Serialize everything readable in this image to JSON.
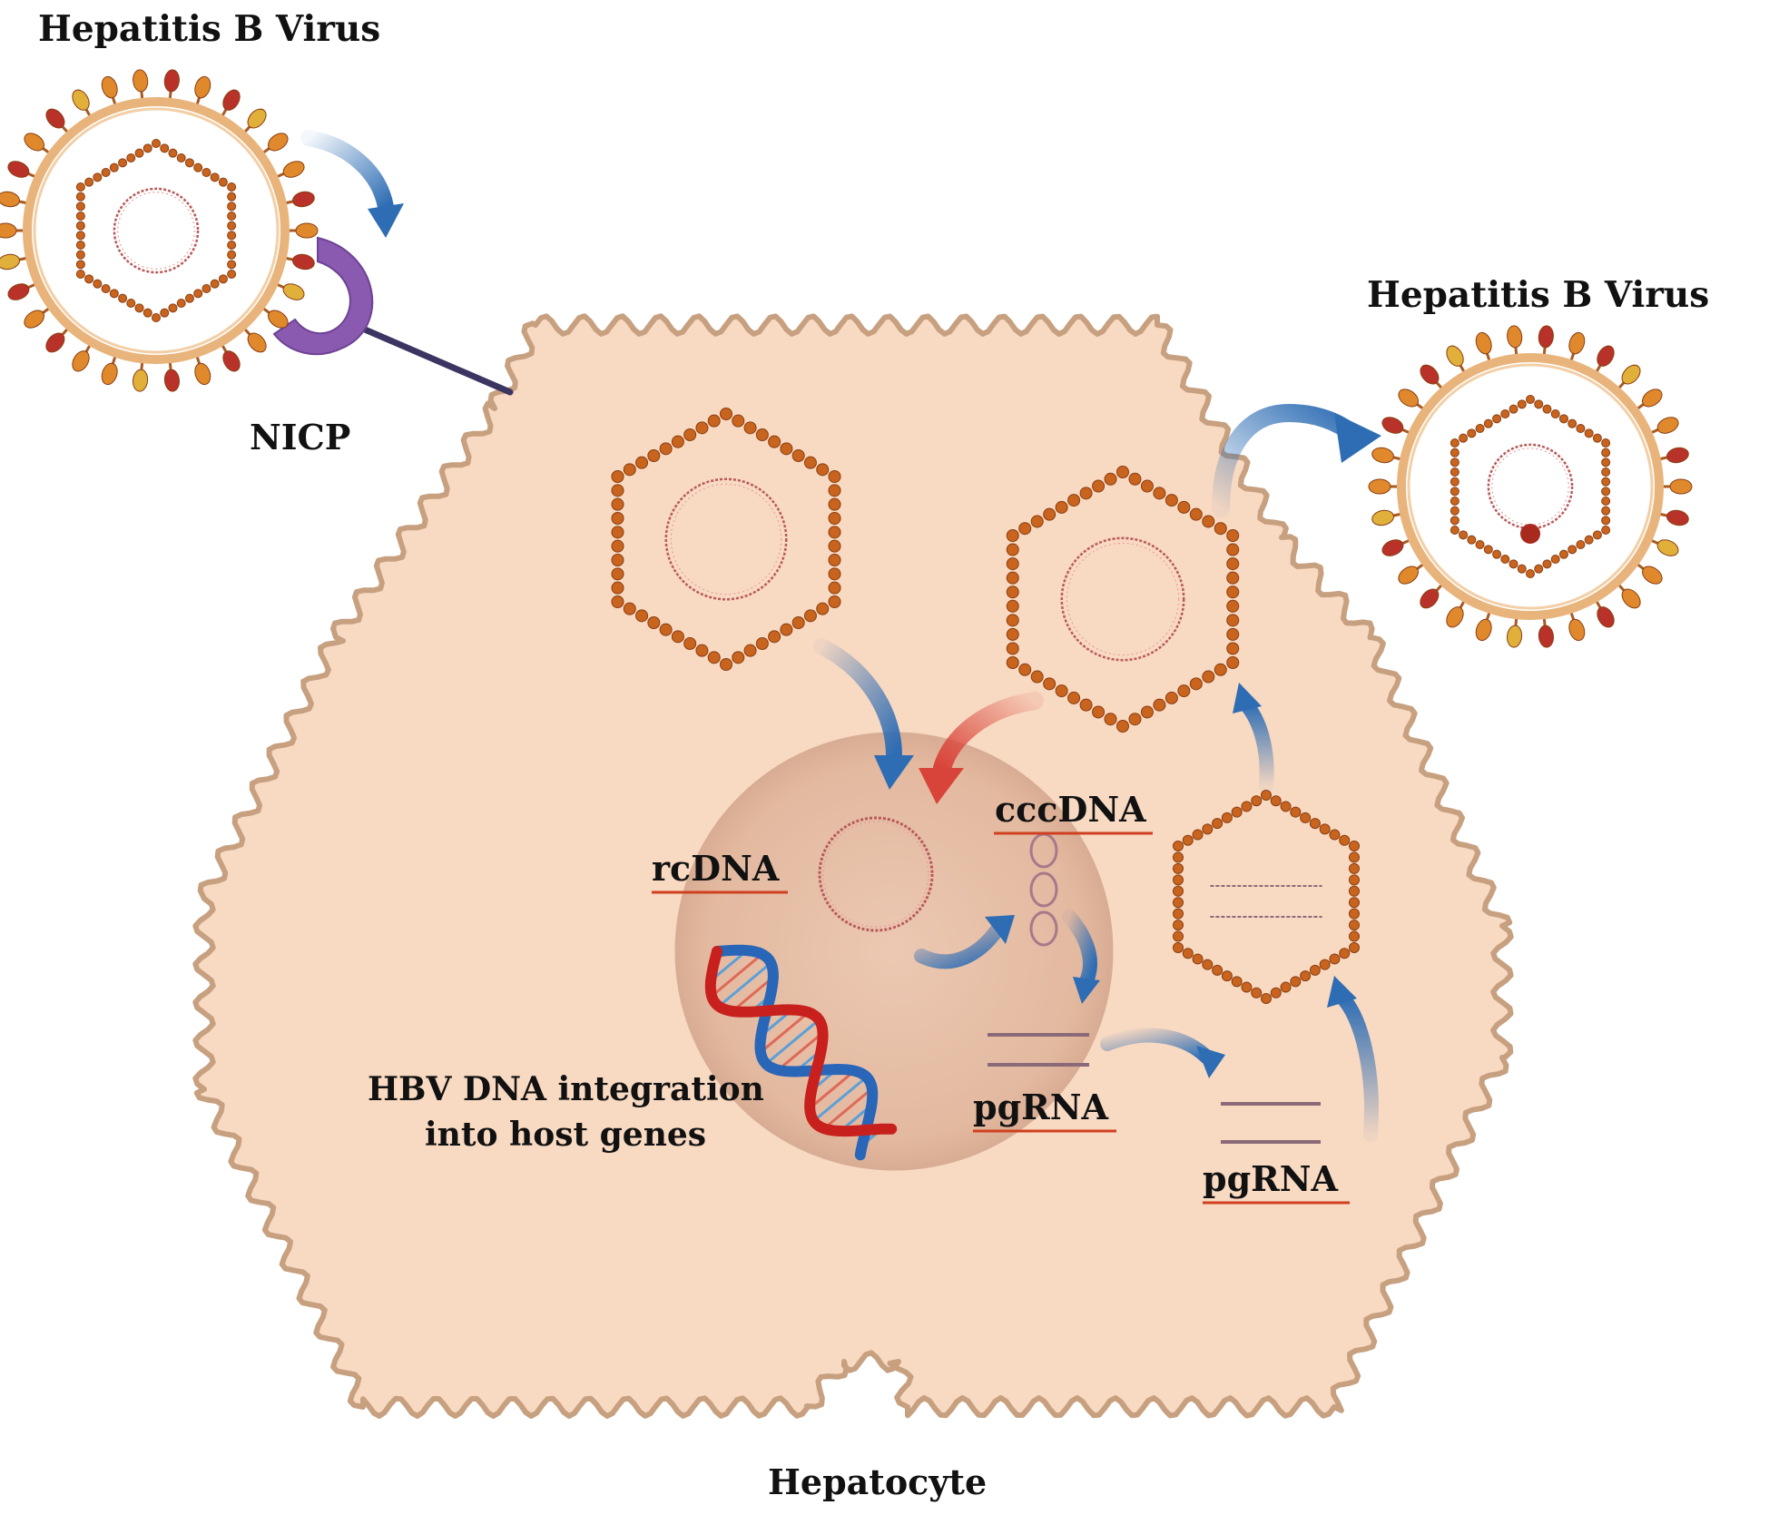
{
  "labels": {
    "virus_entry": "Hepatitis B Virus",
    "virus_exit": "Hepatitis B Virus",
    "receptor": "NICP",
    "rcdna": "rcDNA",
    "cccdna": "cccDNA",
    "pgrna_nucleus": "pgRNA",
    "pgrna_cytoplasm": "pgRNA",
    "integration_line1": "HBV DNA integration",
    "integration_line2": "into host genes",
    "cell": "Hepatocyte"
  },
  "icons": {
    "virus": "hbv-virion-icon",
    "capsid": "capsid-icon",
    "receptor": "receptor-icon",
    "dna_helix": "dna-helix-icon"
  },
  "colors": {
    "cell_fill": "#f8d9c2",
    "cell_outline": "#c7a080",
    "nucleus_fill": "#e9c3ac",
    "capsid_bead": "#c8641e",
    "envelope": "#e8b47c",
    "spike_red": "#b8322a",
    "spike_orange": "#e0892c",
    "spike_yellow": "#e0b03a",
    "receptor": "#8a5ab0",
    "arrow_blue": "#2e6db4",
    "arrow_red": "#d9443a",
    "label_underline": "#d04020"
  }
}
